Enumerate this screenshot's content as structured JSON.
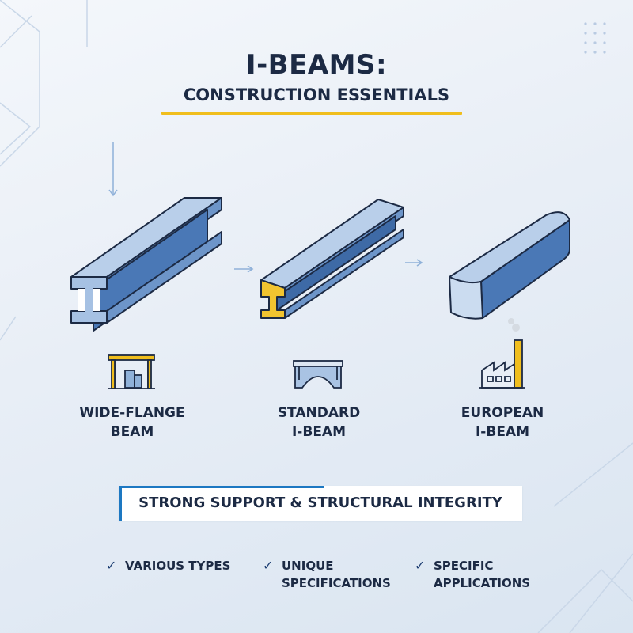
{
  "header": {
    "title": "I-BEAMS:",
    "subtitle": "CONSTRUCTION ESSENTIALS",
    "accent_color": "#f0be1d"
  },
  "beams": [
    {
      "line1": "WIDE-FLANGE",
      "line2": "BEAM",
      "icon": "building-frame-icon",
      "accent": "#2f6eb5"
    },
    {
      "line1": "STANDARD",
      "line2": "I-BEAM",
      "icon": "arch-bridge-icon",
      "accent": "#e6b422"
    },
    {
      "line1": "EUROPEAN",
      "line2": "I-BEAM",
      "icon": "factory-icon",
      "accent": "#2f6eb5"
    }
  ],
  "banner": {
    "text": "STRONG SUPPORT & STRUCTURAL INTEGRITY",
    "accent_color": "#1d78c2"
  },
  "features": [
    {
      "line1": "VARIOUS TYPES",
      "line2": "",
      "icon": "checkmark-icon"
    },
    {
      "line1": "UNIQUE",
      "line2": "SPECIFICATIONS",
      "icon": "checkmark-icon"
    },
    {
      "line1": "SPECIFIC",
      "line2": "APPLICATIONS",
      "icon": "checkmark-icon"
    }
  ],
  "colors": {
    "steel_light": "#a9c3e3",
    "steel_mid": "#7a9fce",
    "steel_dark": "#3e6aa6",
    "outline": "#1c2a44",
    "text": "#1c2a44"
  }
}
